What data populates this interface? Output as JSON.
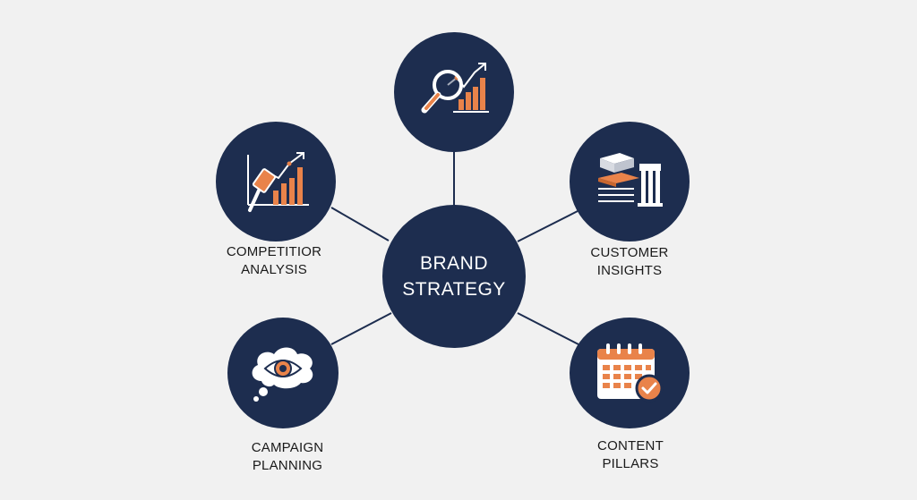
{
  "diagram": {
    "center": {
      "line1": "BRAND",
      "line2": "STRATEGY"
    },
    "nodes": {
      "top": {
        "icon": "magnifier-growth-chart-icon"
      },
      "competitor": {
        "line1": "COMPETITIOR",
        "line2": "ANALYSIS",
        "icon": "growth-chart-telescope-icon"
      },
      "customer": {
        "line1": "CUSTOMER",
        "line2": "INSIGHTS",
        "icon": "layered-blocks-icon"
      },
      "campaign": {
        "line1": "CAMPAIGN",
        "line2": "PLANNING",
        "icon": "thought-bubble-eye-icon"
      },
      "content": {
        "line1": "CONTENT",
        "line2": "PILLARS",
        "icon": "calendar-check-icon"
      }
    }
  },
  "colors": {
    "background": "#f1f1f1",
    "node": "#1d2d4f",
    "accent": "#e9834a",
    "connector": "#1d2d4f",
    "text": "#1a1a1a"
  }
}
